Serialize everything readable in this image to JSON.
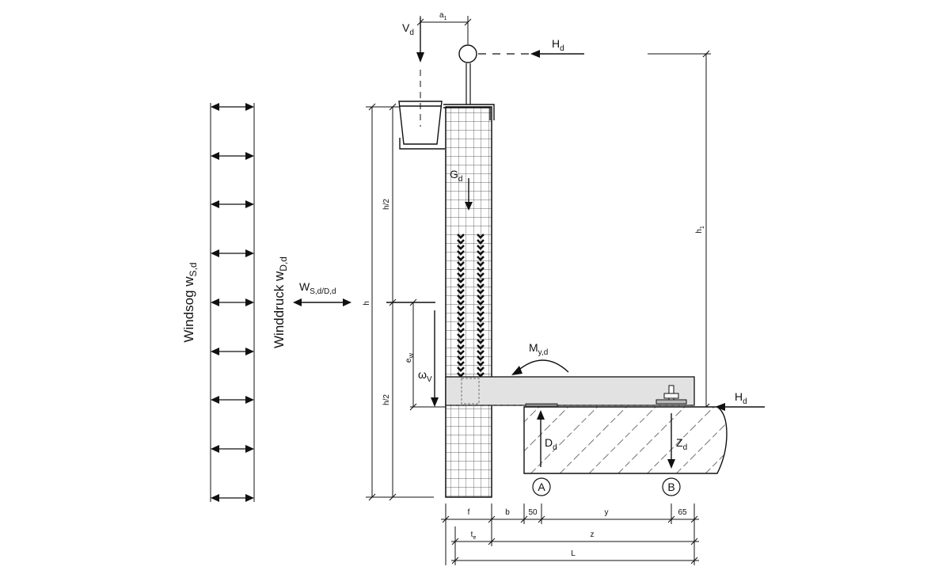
{
  "labels": {
    "windsog": {
      "main": "Windsog w",
      "sub": "S,d"
    },
    "winddruck": {
      "main": "Winddruck w",
      "sub": "D,d"
    },
    "wind_force": {
      "main": "W",
      "sub": "S,d/D,d"
    },
    "vd": {
      "main": "V",
      "sub": "d"
    },
    "a1": {
      "main": "a",
      "sub": "1"
    },
    "hd_top": {
      "main": "H",
      "sub": "d"
    },
    "hd_bottom": {
      "main": "H",
      "sub": "d"
    },
    "gd": {
      "main": "G",
      "sub": "d"
    },
    "myd": {
      "main": "M",
      "sub": "y,d"
    },
    "dd": {
      "main": "D",
      "sub": "d"
    },
    "zd": {
      "main": "Z",
      "sub": "d"
    },
    "omega_v": {
      "main": "ω",
      "sub": "V"
    },
    "h1": {
      "main": "h",
      "sub": "1"
    },
    "ew": {
      "main": "e",
      "sub": "W"
    },
    "te": {
      "main": "t",
      "sub": "e"
    },
    "h": "h",
    "h_half_top": "h/2",
    "h_half_bottom": "h/2",
    "support_a": "A",
    "support_b": "B",
    "dim_f": "f",
    "dim_b": "b",
    "dim_50": "50",
    "dim_y": "y",
    "dim_65": "65",
    "dim_z": "z",
    "dim_L": "L"
  },
  "icons": {
    "wind_arrows": "double-arrow-icon",
    "support_circles": "circle-label-icon"
  }
}
